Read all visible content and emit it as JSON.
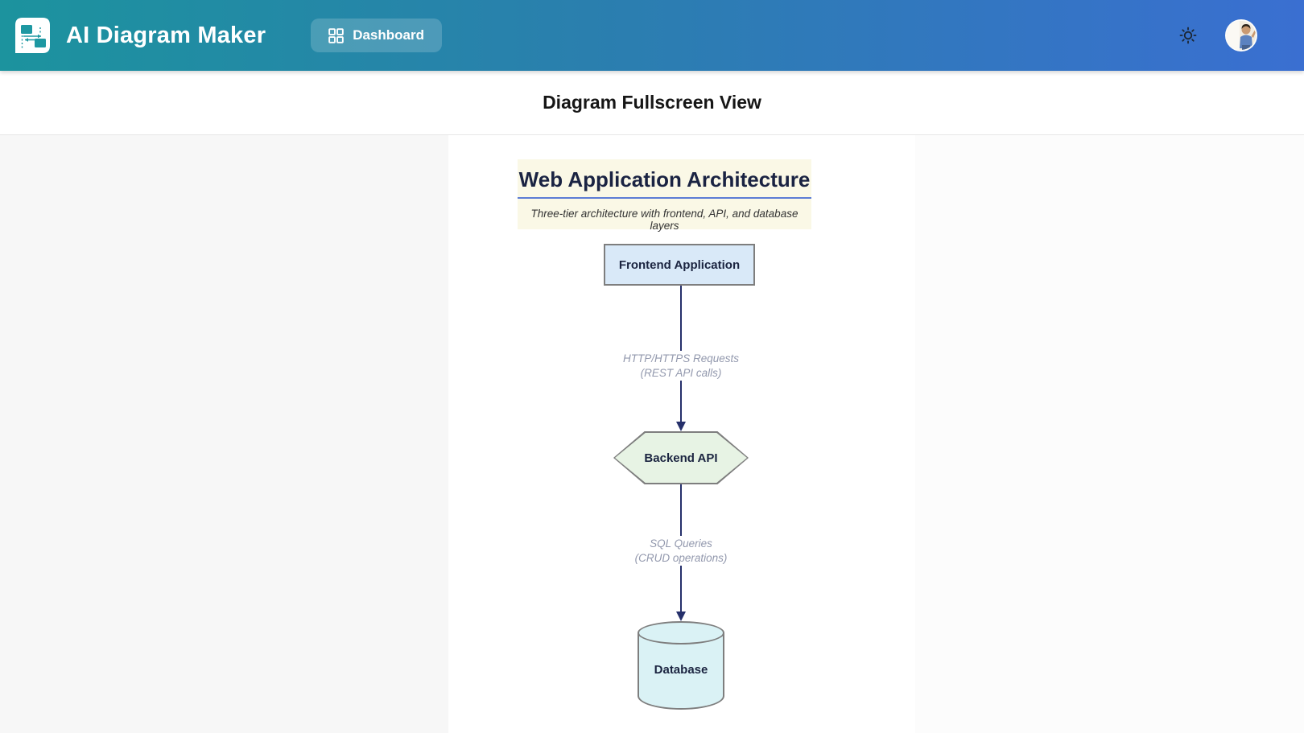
{
  "header": {
    "app_title": "AI Diagram Maker",
    "dashboard_label": "Dashboard",
    "colors": {
      "gradient_start": "#1c939e",
      "gradient_end": "#3a6fd1",
      "button_bg": "rgba(255,255,255,0.18)"
    },
    "icons": {
      "logo": "diagram-logo",
      "dashboard": "grid-icon",
      "theme": "sun-icon",
      "avatar": "user-avatar-photo"
    }
  },
  "page": {
    "title": "Diagram Fullscreen View"
  },
  "diagram": {
    "title": "Web Application Architecture",
    "subtitle": "Three-tier architecture with frontend, API, and database layers",
    "title_box": {
      "bg": "#faf8e6",
      "underline": "#5c7cd4",
      "title_color": "#1a2342"
    },
    "nodes": {
      "frontend": {
        "label": "Frontend Application",
        "shape": "rect",
        "fill": "#d9e9f8",
        "border": "#7e7e7e"
      },
      "backend": {
        "label": "Backend API",
        "shape": "hexagon",
        "fill": "#e7f3e4",
        "border": "#7e7e7e"
      },
      "database": {
        "label": "Database",
        "shape": "cylinder",
        "fill": "#daf2f5",
        "border": "#7e7e7e"
      }
    },
    "edges": {
      "frontend_backend": {
        "label_line1": "HTTP/HTTPS Requests",
        "label_line2": "(REST API calls)",
        "color": "#26306b"
      },
      "backend_database": {
        "label_line1": "SQL Queries",
        "label_line2": "(CRUD operations)",
        "color": "#26306b"
      }
    },
    "edge_label_color": "#9298ad"
  }
}
